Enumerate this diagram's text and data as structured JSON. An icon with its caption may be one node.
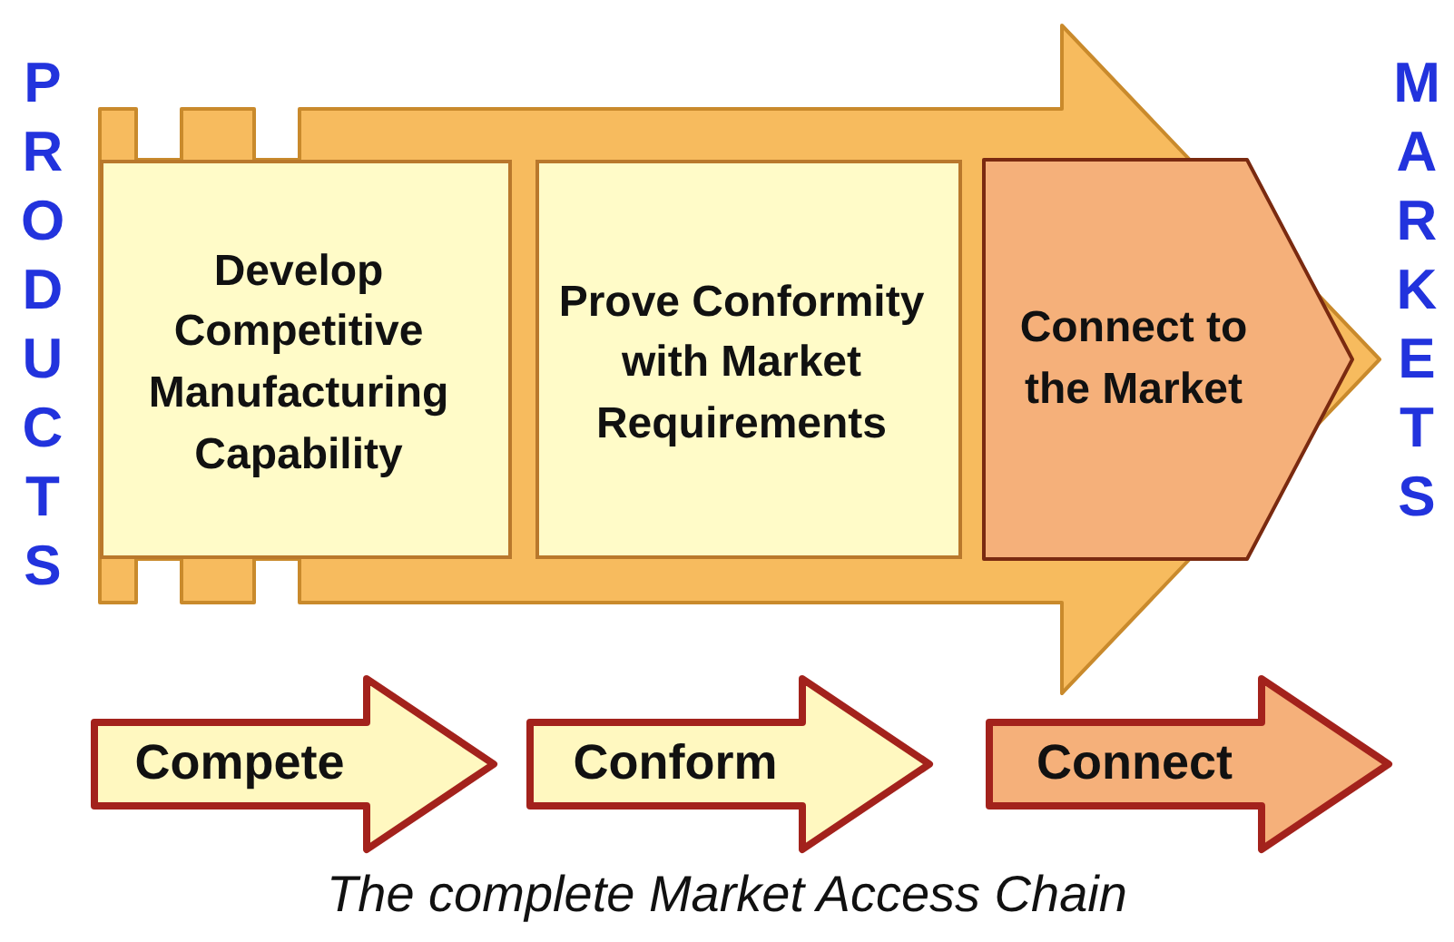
{
  "diagram": {
    "caption": "The complete Market Access Chain",
    "nodes": [
      {
        "text": [],
        "shape": "arrow"
      },
      {
        "text": [
          "Develop Competitive Manufacturing Capability"
        ],
        "in": 0
      },
      {
        "text": [
          "Prove Conformity with Market Requirements"
        ],
        "in": 0
      },
      {
        "text": [
          "Connect to the Market"
        ],
        "in": 0
      },
      {
        "text": [
          "Compete"
        ]
      },
      {
        "text": [
          "Conform"
        ]
      },
      {
        "text": [
          "Connect"
        ]
      }
    ],
    "labels": [
      "PRODUCTS",
      "MARKETS"
    ]
  }
}
